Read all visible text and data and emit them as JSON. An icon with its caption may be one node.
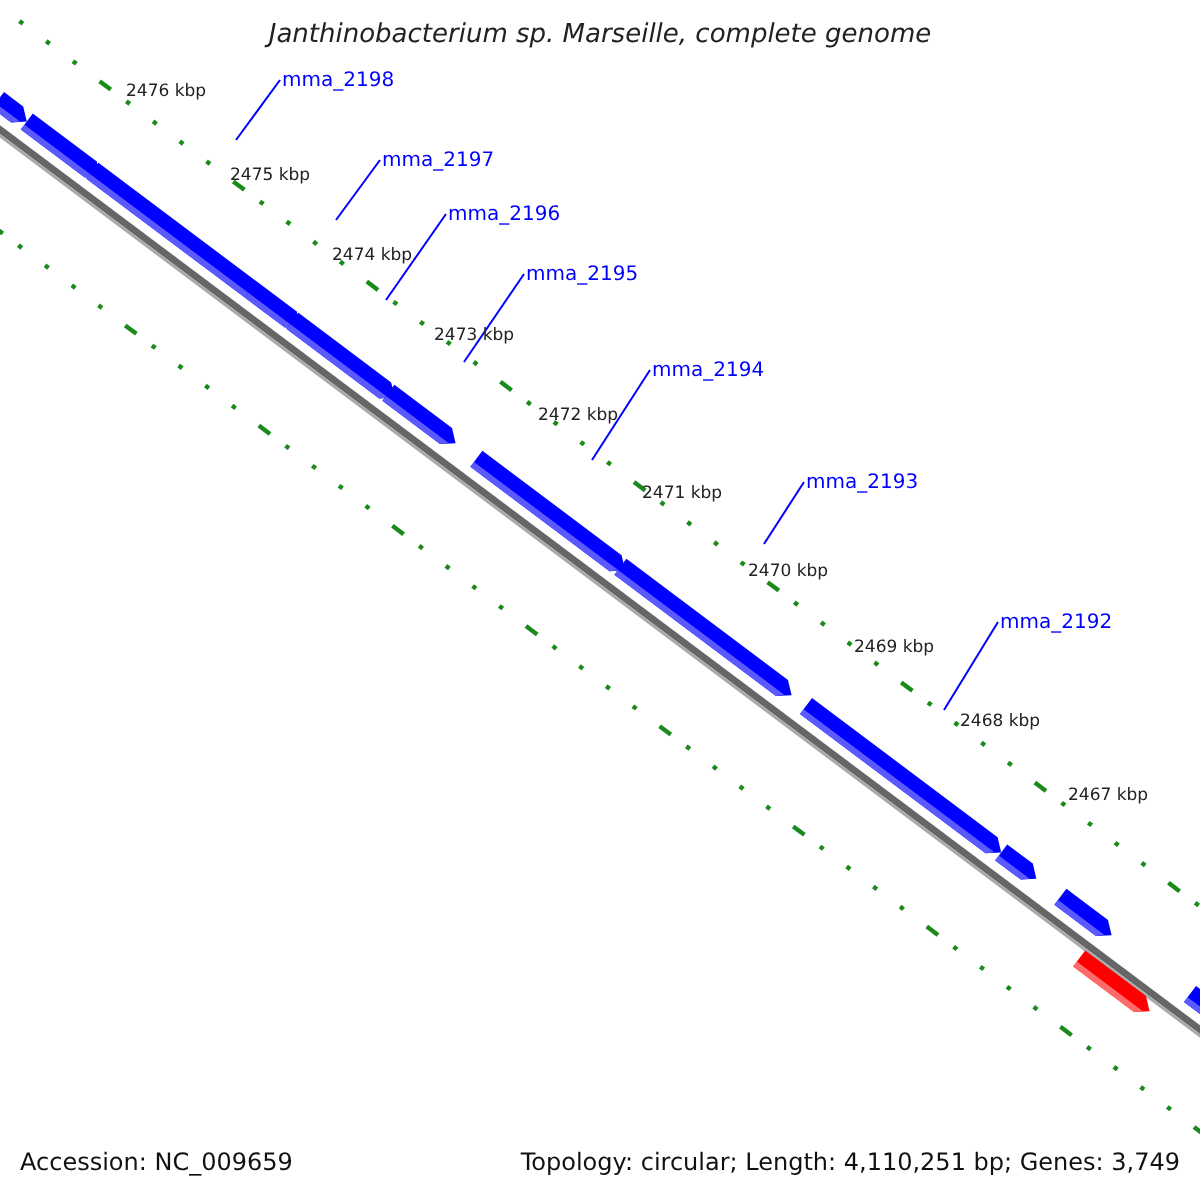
{
  "diagram": {
    "title": "Janthinobacterium sp. Marseille, complete genome",
    "nodes": [
      {
        "text": [
          "mma_2198"
        ]
      },
      {
        "text": [
          "mma_2197"
        ]
      },
      {
        "text": [
          "mma_2196"
        ]
      },
      {
        "text": [
          "mma_2195"
        ]
      },
      {
        "text": [
          "mma_2194"
        ]
      },
      {
        "text": [
          "mma_2193"
        ]
      },
      {
        "text": [
          "mma_2192"
        ]
      }
    ],
    "edges": [
      {
        "from": 0,
        "to": null,
        "arrow": "none"
      },
      {
        "from": 1,
        "to": null,
        "arrow": "none"
      },
      {
        "from": 2,
        "to": null,
        "arrow": "none"
      },
      {
        "from": 3,
        "to": null,
        "arrow": "none"
      },
      {
        "from": 4,
        "to": null,
        "arrow": "none"
      },
      {
        "from": 5,
        "to": null,
        "arrow": "none"
      },
      {
        "from": 6,
        "to": null,
        "arrow": "none"
      }
    ],
    "labels": [
      "2476 kbp",
      "2475 kbp",
      "2474 kbp",
      "2473 kbp",
      "2472 kbp",
      "2471 kbp",
      "2470 kbp",
      "2469 kbp",
      "2468 kbp",
      "2467 kbp",
      "Accession: NC_009659",
      "Topology: circular; Length: 4,110,251 bp; Genes: 3,749"
    ]
  }
}
